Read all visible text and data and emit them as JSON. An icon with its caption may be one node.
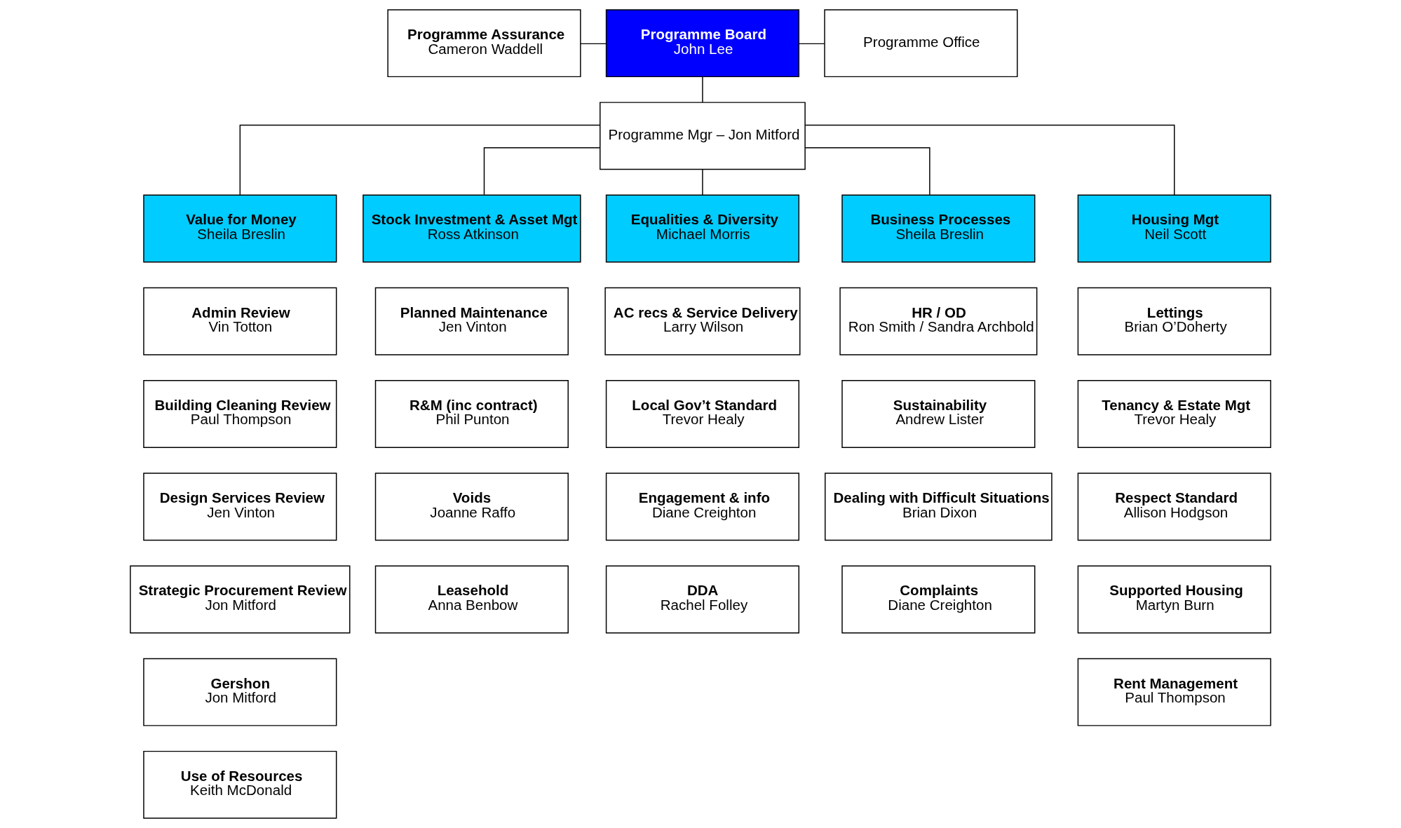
{
  "diagram": {
    "nodes": [
      {
        "text": [
          "Programme Assurance",
          "Cameron Waddell"
        ]
      },
      {
        "text": [
          "Programme Board",
          "John Lee"
        ]
      },
      {
        "text": [
          "Programme Office"
        ]
      },
      {
        "text": [
          "Programme Mgr – Jon Mitford"
        ]
      },
      {
        "text": [
          "Value for Money",
          "Sheila Breslin"
        ]
      },
      {
        "text": [
          "Stock Investment & Asset Mgt",
          "Ross Atkinson"
        ]
      },
      {
        "text": [
          "Equalities & Diversity",
          "Michael Morris"
        ]
      },
      {
        "text": [
          "Business Processes",
          "Sheila Breslin"
        ]
      },
      {
        "text": [
          "Housing Mgt",
          "Neil Scott"
        ]
      },
      {
        "text": [
          "Admin Review",
          "Vin Totton"
        ]
      },
      {
        "text": [
          "Building Cleaning Review",
          "Paul Thompson"
        ]
      },
      {
        "text": [
          "Design Services Review",
          "Jen Vinton"
        ]
      },
      {
        "text": [
          "Strategic Procurement Review",
          "Jon Mitford"
        ]
      },
      {
        "text": [
          "Gershon",
          "Jon Mitford"
        ]
      },
      {
        "text": [
          "Use of Resources",
          "Keith McDonald"
        ]
      },
      {
        "text": [
          "Planned Maintenance",
          "Jen Vinton"
        ]
      },
      {
        "text": [
          "R&M (inc contract)",
          "Phil Punton"
        ]
      },
      {
        "text": [
          "Voids",
          "Joanne Raffo"
        ]
      },
      {
        "text": [
          "Leasehold",
          "Anna Benbow"
        ]
      },
      {
        "text": [
          "AC recs & Service Delivery",
          "Larry Wilson"
        ]
      },
      {
        "text": [
          "Local Gov’t Standard",
          "Trevor Healy"
        ]
      },
      {
        "text": [
          "Engagement & info",
          "Diane Creighton"
        ]
      },
      {
        "text": [
          "DDA",
          "Rachel Folley"
        ]
      },
      {
        "text": [
          "HR / OD",
          "Ron Smith / Sandra Archbold"
        ]
      },
      {
        "text": [
          "Sustainability",
          "Andrew Lister"
        ]
      },
      {
        "text": [
          "Dealing with Difficult Situations",
          "Brian Dixon"
        ]
      },
      {
        "text": [
          "Complaints",
          "Diane Creighton"
        ]
      },
      {
        "text": [
          "Lettings",
          "Brian O’Doherty"
        ]
      },
      {
        "text": [
          "Tenancy & Estate Mgt",
          "Trevor Healy"
        ]
      },
      {
        "text": [
          "Respect Standard",
          "Allison Hodgson"
        ]
      },
      {
        "text": [
          "Supported Housing",
          "Martyn Burn"
        ]
      },
      {
        "text": [
          "Rent Management",
          "Paul Thompson"
        ]
      }
    ],
    "edges": [
      {
        "from": 0,
        "to": 1,
        "arrow": "none"
      },
      {
        "from": 1,
        "to": 2,
        "arrow": "none"
      },
      {
        "from": 1,
        "to": 3,
        "arrow": "none"
      },
      {
        "from": 3,
        "to": 4,
        "arrow": "none"
      },
      {
        "from": 3,
        "to": 5,
        "arrow": "none"
      },
      {
        "from": 3,
        "to": 6,
        "arrow": "none"
      },
      {
        "from": 3,
        "to": 7,
        "arrow": "none"
      },
      {
        "from": 3,
        "to": 8,
        "arrow": "none"
      }
    ]
  }
}
